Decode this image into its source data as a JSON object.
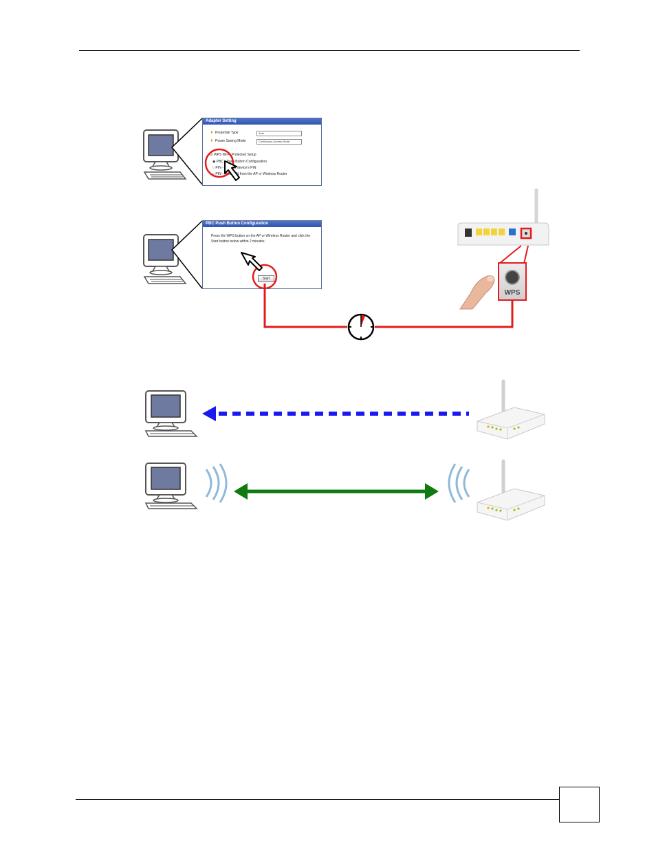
{
  "step1_screen": {
    "title": "Adapter Setting",
    "rows": [
      {
        "label": "Preamble Type",
        "value": "Auto"
      },
      {
        "label": "Power Saving Mode",
        "value": "Continuous Access Mode"
      }
    ],
    "wps_label": "WPS Wi-Fi Protected Setup",
    "radio_pbc": "PBC - Push Button Configuration",
    "radio_pin": "PIN - use this device's PIN",
    "radio_pin2": "PIN - enter PIN from the AP or Wireless Router"
  },
  "step2_screen": {
    "title": "PBC Push Button Configuration",
    "message": "Press the WPS button on the AP or Wireless Router and click the Start button below within 2 minutes.",
    "start_button": "Start"
  },
  "router": {
    "wps_button_label": "WPS"
  },
  "footer": {
    "page_number": ""
  },
  "colors": {
    "connector": "#e41b1b",
    "dashed_arrow": "#1a1af0",
    "solid_arrow": "#0f7a0f",
    "monitor_screen": "#6f7aa0",
    "wave": "#8fb9d9"
  }
}
